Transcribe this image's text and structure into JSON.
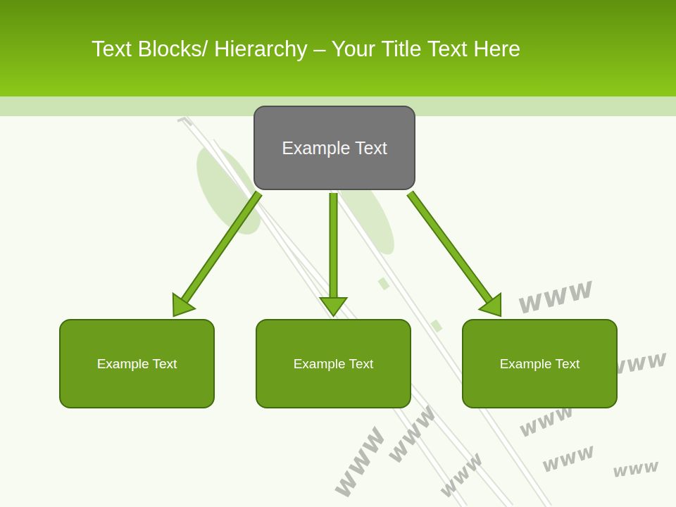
{
  "diagram": {
    "title": "Text Blocks/ Hierarchy – Your Title Text Here",
    "nodes": [
      {
        "text": [
          "Example Text"
        ]
      },
      {
        "text": [
          "Example Text"
        ]
      },
      {
        "text": [
          "Example Text"
        ]
      },
      {
        "text": [
          "Example Text"
        ]
      }
    ],
    "edges": [
      {
        "from": 0,
        "to": 1,
        "arrow": "to"
      },
      {
        "from": 0,
        "to": 2,
        "arrow": "to"
      },
      {
        "from": 0,
        "to": 3,
        "arrow": "to"
      }
    ],
    "labels": [
      "www",
      "www",
      "www",
      "www",
      "www",
      "www",
      "www",
      "www"
    ]
  }
}
